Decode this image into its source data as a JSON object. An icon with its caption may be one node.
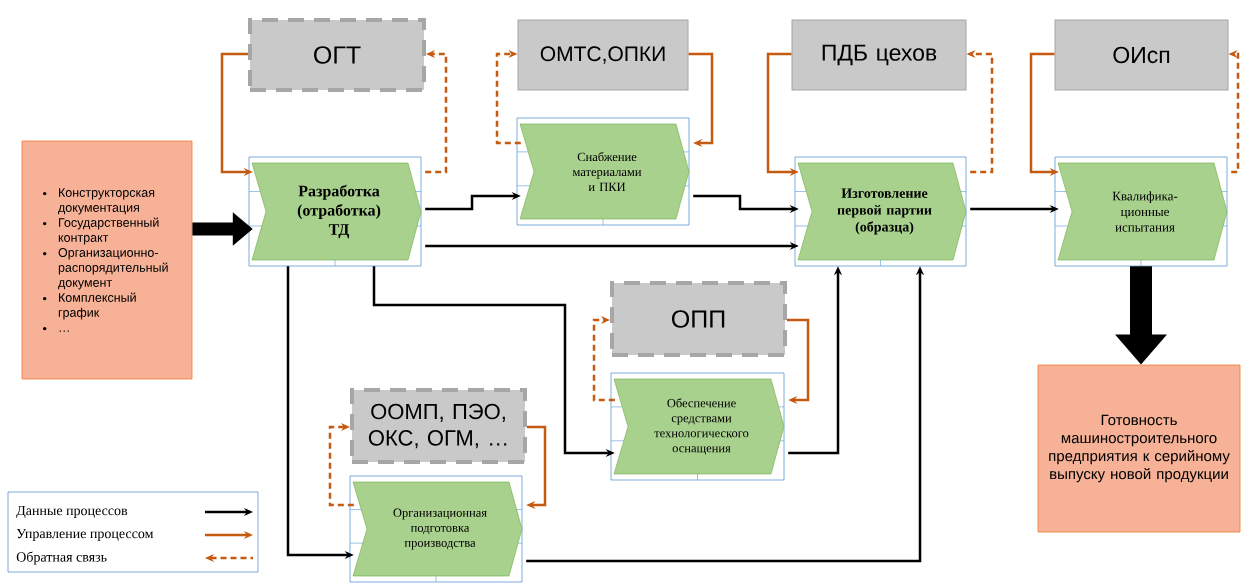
{
  "diagram": {
    "nodes": [
      {
        "text": [
          "Конструкторская документация",
          "Государственный контракт",
          "Организационно-распорядительный документ",
          "Комплексный график",
          "…"
        ]
      },
      {
        "text": [
          "ОГТ"
        ]
      },
      {
        "text": [
          "ОМТС,ОПКИ"
        ]
      },
      {
        "text": [
          "ПДБ цехов"
        ]
      },
      {
        "text": [
          "ОИсп"
        ]
      },
      {
        "text": [
          "Разработка (отработка) ТД"
        ]
      },
      {
        "text": [
          "Снабжение материалами и ПКИ"
        ]
      },
      {
        "text": [
          "Изготовление первой партии (образца)"
        ]
      },
      {
        "text": [
          "Квалифика- ционные испытания"
        ]
      },
      {
        "text": [
          "ОПП"
        ]
      },
      {
        "text": [
          "Обеспечение средствами технологического оснащения"
        ]
      },
      {
        "text": [
          "ООМП, ПЭО, ОКС, ОГМ, …"
        ]
      },
      {
        "text": [
          "Организационная подготовка производства"
        ]
      },
      {
        "text": [
          "Готовность машиностроительного предприятия к серийному выпуску новой продукции"
        ]
      }
    ],
    "edges": [
      {
        "from": 0,
        "to": 5,
        "arrow": "to",
        "style": "thick",
        "color": "#000000"
      },
      {
        "from": 1,
        "to": 5,
        "arrow": "to"
      },
      {
        "from": 5,
        "to": 1,
        "arrow": "to",
        "style": "dashed"
      },
      {
        "from": 2,
        "to": 6,
        "arrow": "to"
      },
      {
        "from": 6,
        "to": 2,
        "arrow": "to",
        "style": "dashed"
      },
      {
        "from": 5,
        "to": 6,
        "arrow": "to",
        "color": "#000000"
      },
      {
        "from": 5,
        "to": 7,
        "arrow": "to",
        "color": "#000000"
      },
      {
        "from": 6,
        "to": 7,
        "arrow": "to",
        "color": "#000000"
      },
      {
        "from": 3,
        "to": 7,
        "arrow": "to"
      },
      {
        "from": 7,
        "to": 3,
        "arrow": "to",
        "style": "dashed"
      },
      {
        "from": 7,
        "to": 8,
        "arrow": "to",
        "color": "#000000"
      },
      {
        "from": 4,
        "to": 8,
        "arrow": "to"
      },
      {
        "from": 8,
        "to": 4,
        "arrow": "to",
        "style": "dashed"
      },
      {
        "from": 8,
        "to": 13,
        "arrow": "to",
        "style": "thick",
        "color": "#000000"
      },
      {
        "from": 5,
        "to": 10,
        "arrow": "to",
        "color": "#000000"
      },
      {
        "from": 9,
        "to": 10,
        "arrow": "to"
      },
      {
        "from": 10,
        "to": 9,
        "arrow": "to",
        "style": "dashed"
      },
      {
        "from": 10,
        "to": 7,
        "arrow": "to",
        "color": "#000000"
      },
      {
        "from": 5,
        "to": 12,
        "arrow": "to",
        "color": "#000000"
      },
      {
        "from": 11,
        "to": 12,
        "arrow": "to"
      },
      {
        "from": 12,
        "to": 11,
        "arrow": "to",
        "style": "dashed"
      },
      {
        "from": 12,
        "to": 7,
        "arrow": "to",
        "color": "#000000"
      }
    ],
    "legend": [
      {
        "text": "Данные процессов"
      },
      {
        "text": "Управление процессом"
      },
      {
        "text": "Обратная связь"
      }
    ]
  }
}
